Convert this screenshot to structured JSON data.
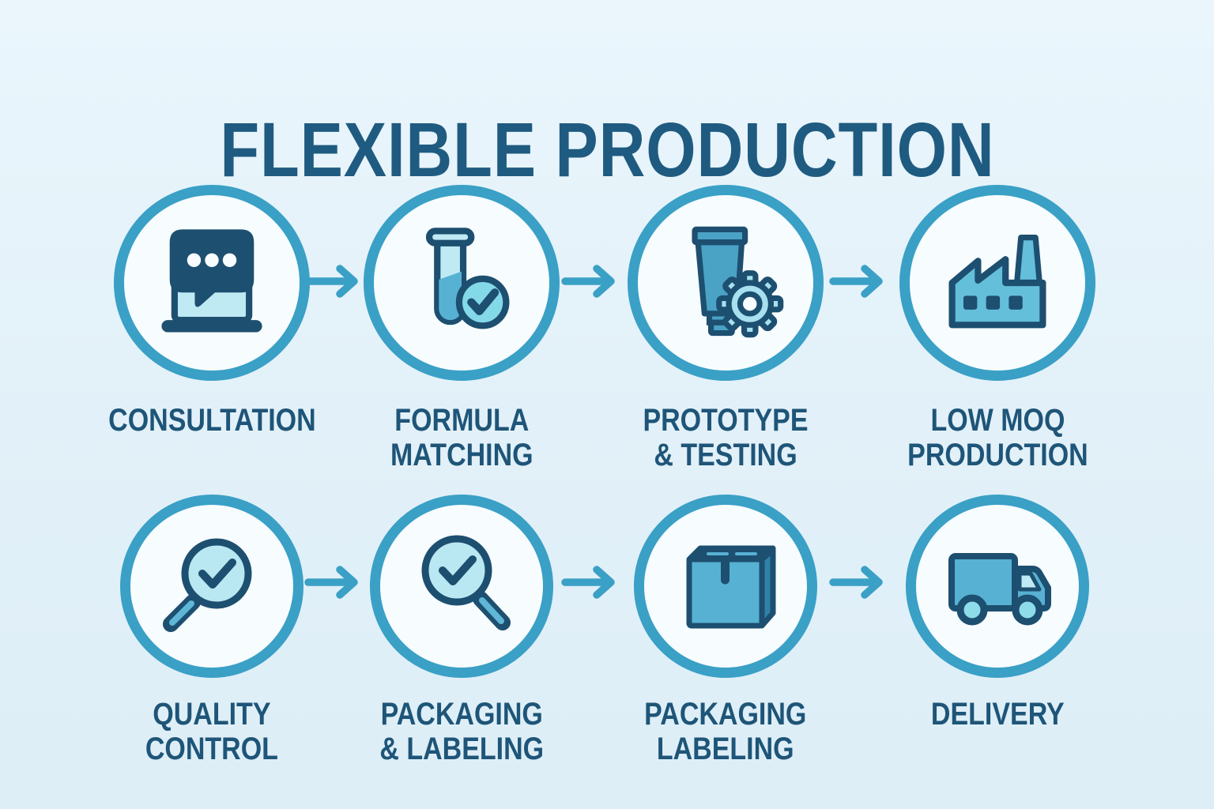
{
  "title": "FLEXIBLE PRODUCTION",
  "colors": {
    "background": "#e3f1f9",
    "ring": "#3aa0c6",
    "arrow": "#3aa0c6",
    "title_text": "#1f5b80",
    "label_text": "#1e5578",
    "icon_dark_navy": "#1d4f70",
    "icon_medium_blue": "#57b1d3",
    "icon_light_cyan": "#bfe9f3",
    "icon_check_cyan": "#84d9e9",
    "circle_fill": "#f7fcfe"
  },
  "steps": [
    {
      "id": "consultation",
      "label": "CONSULTATION",
      "icon": "chat-laptop-icon"
    },
    {
      "id": "formula-matching",
      "label": "FORMULA\nMATCHING",
      "icon": "test-tube-check-icon"
    },
    {
      "id": "prototype-testing",
      "label": "PROTOTYPE\n& TESTING",
      "icon": "tube-gear-icon"
    },
    {
      "id": "low-moq-production",
      "label": "LOW MOQ\nPRODUCTION",
      "icon": "factory-icon"
    },
    {
      "id": "quality-control",
      "label": "QUALITY\nCONTROL",
      "icon": "magnifier-check-left-icon"
    },
    {
      "id": "packaging-labeling",
      "label": "PACKAGING\n& LABELING",
      "icon": "magnifier-check-right-icon"
    },
    {
      "id": "packaging-labeling-2",
      "label": "PACKAGING\nLABELING",
      "icon": "box-icon"
    },
    {
      "id": "delivery",
      "label": "DELIVERY",
      "icon": "truck-icon"
    }
  ]
}
